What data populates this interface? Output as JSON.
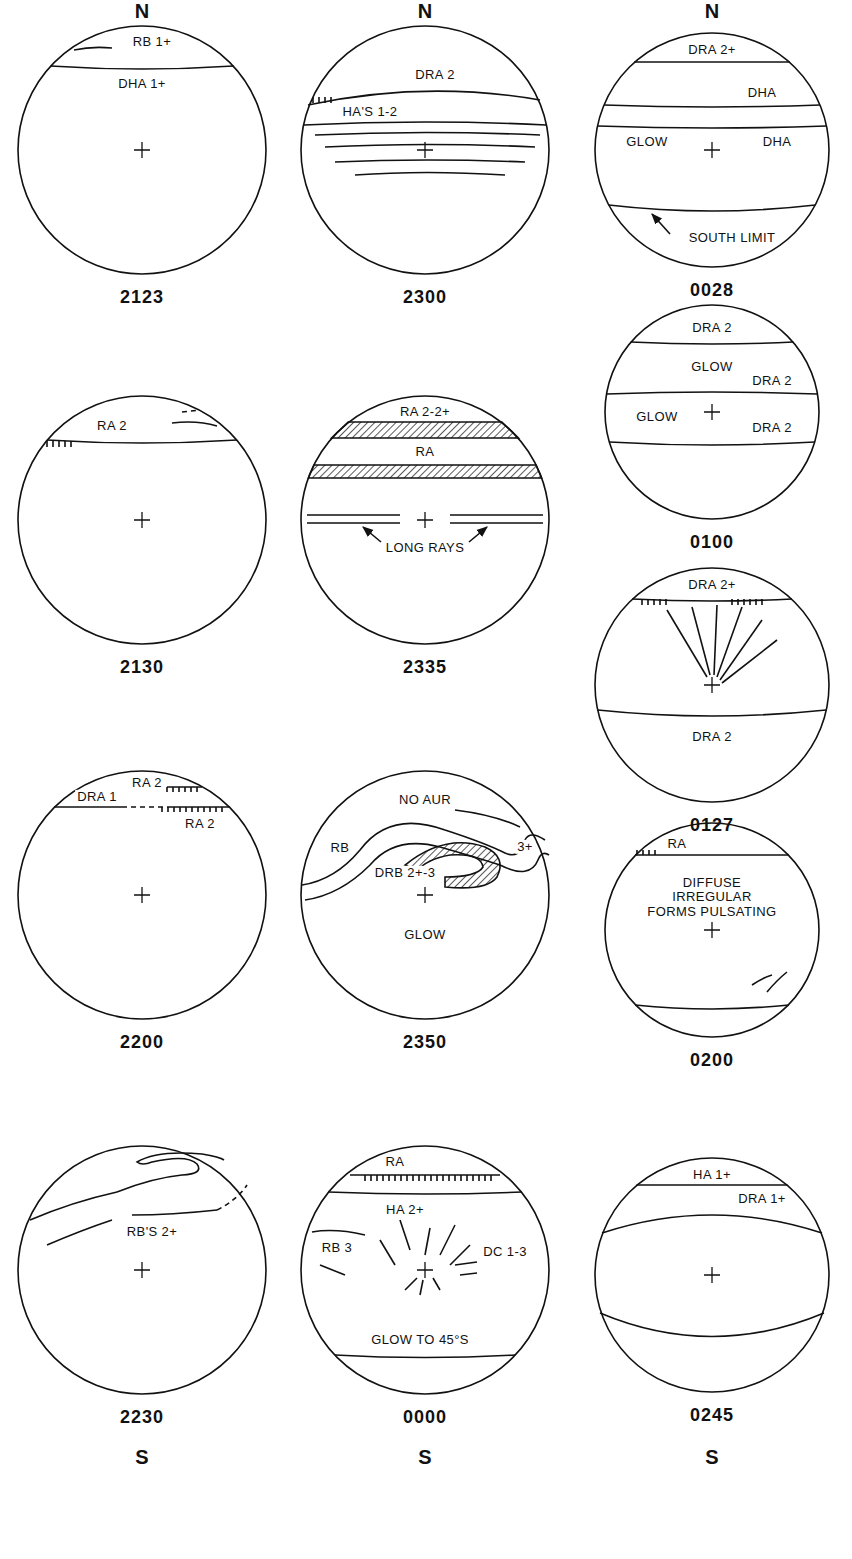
{
  "diagram": {
    "nodes": [
      {
        "text": [
          "RB 1+",
          "DHA 1+",
          "2123"
        ]
      },
      {
        "text": [
          "RA 2",
          "2130"
        ]
      },
      {
        "text": [
          "RA 2",
          "DRA 1",
          "RA 2",
          "2200"
        ]
      },
      {
        "text": [
          "RB'S 2+",
          "2230"
        ]
      },
      {
        "text": [
          "DRA 2",
          "HA'S 1-2",
          "2300"
        ]
      },
      {
        "text": [
          "RA 2-2+",
          "RA",
          "LONG RAYS",
          "2335"
        ]
      },
      {
        "text": [
          "NO AUR",
          "RB",
          "3+",
          "DRB 2+-3",
          "GLOW",
          "2350"
        ]
      },
      {
        "text": [
          "RA",
          "HA 2+",
          "RB 3",
          "DC 1-3",
          "GLOW TO 45°S",
          "0000"
        ]
      },
      {
        "text": [
          "DRA 2+",
          "DHA",
          "GLOW",
          "DHA",
          "SOUTH LIMIT",
          "0028"
        ]
      },
      {
        "text": [
          "DRA 2",
          "GLOW",
          "DRA 2",
          "GLOW",
          "DRA 2",
          "0100"
        ]
      },
      {
        "text": [
          "DRA 2+",
          "DRA 2",
          "0127"
        ]
      },
      {
        "text": [
          "RA",
          "DIFFUSE IRREGULAR FORMS PULSATING",
          "0200"
        ]
      },
      {
        "text": [
          "HA 1+",
          "DRA 1+",
          "0245"
        ]
      }
    ],
    "labels": [
      "N",
      "N",
      "N",
      "S",
      "S",
      "S"
    ]
  }
}
